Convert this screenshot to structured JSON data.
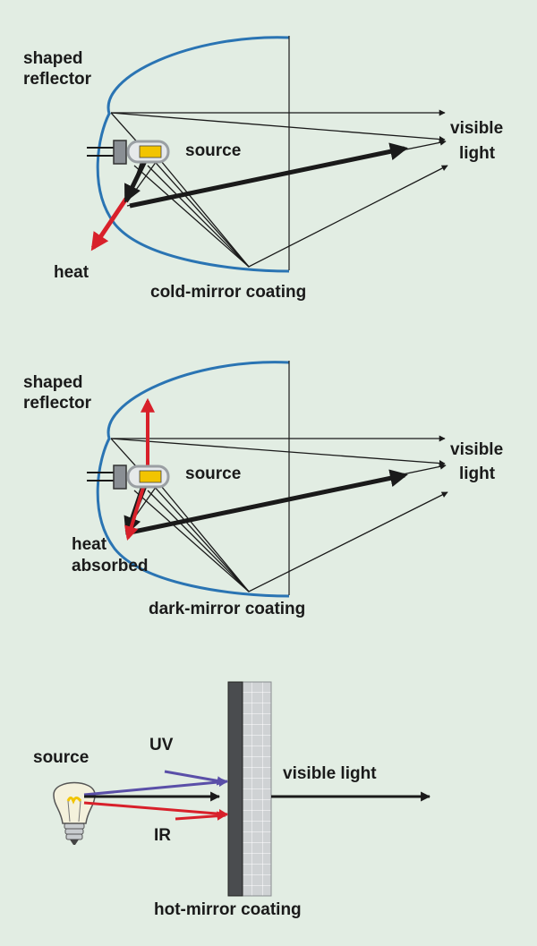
{
  "colors": {
    "background": "#e2ede3",
    "reflector": "#2a74b3",
    "ray": "#1a1a1a",
    "heat": "#d8202a",
    "uv": "#5a4fa8",
    "ir": "#d8202a",
    "bulb_filament": "#f2c400"
  },
  "diagram1": {
    "reflector_label_1": "shaped",
    "reflector_label_2": "reflector",
    "source_label": "source",
    "visible_label_1": "visible",
    "visible_label_2": "light",
    "heat_label": "heat",
    "coating_label": "cold-mirror coating"
  },
  "diagram2": {
    "reflector_label_1": "shaped",
    "reflector_label_2": "reflector",
    "source_label": "source",
    "visible_label_1": "visible",
    "visible_label_2": "light",
    "heat_label_1": "heat",
    "heat_label_2": "absorbed",
    "coating_label": "dark-mirror coating"
  },
  "diagram3": {
    "source_label": "source",
    "uv_label": "UV",
    "ir_label": "IR",
    "visible_label": "visible light",
    "coating_label": "hot-mirror coating"
  }
}
